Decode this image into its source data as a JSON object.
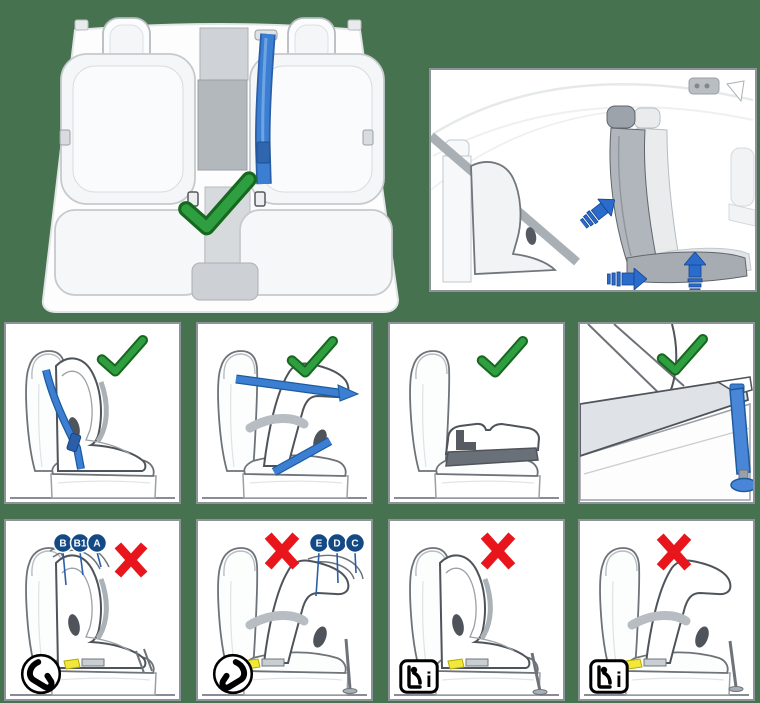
{
  "page": {
    "description": "Child safety seat installation guide illustrations",
    "background_color": "#47724F"
  },
  "hero_panel": {
    "name": "rear-bench-center-seat-belt",
    "result": "correct"
  },
  "adjustment_panel": {
    "name": "front-seat-adjustment",
    "arrows": [
      "tilt-backrest-forward",
      "slide-seat-forward",
      "raise-seat-cushion"
    ]
  },
  "correct_panels": [
    {
      "name": "rear-facing-child-seat-with-seat-belt",
      "result": "correct"
    },
    {
      "name": "forward-facing-child-seat-with-seat-belt",
      "result": "correct"
    },
    {
      "name": "booster-cushion",
      "result": "correct"
    },
    {
      "name": "top-tether-strap-anchor",
      "result": "correct"
    }
  ],
  "incorrect_panels": [
    {
      "name": "rear-facing-belted-base",
      "result": "incorrect",
      "labels": [
        "B",
        "B1",
        "A"
      ],
      "badge": "rear-facing-child-seat-circle-icon",
      "badge_text": ""
    },
    {
      "name": "forward-facing-belted-base",
      "result": "incorrect",
      "labels": [
        "E",
        "D",
        "C"
      ],
      "badge": "forward-facing-child-seat-circle-icon",
      "badge_text": ""
    },
    {
      "name": "rear-facing-child-seat-with-support-leg",
      "result": "incorrect",
      "labels": [],
      "badge": "i-size-icon",
      "badge_text": "i"
    },
    {
      "name": "forward-facing-child-seat-with-support-leg",
      "result": "incorrect",
      "labels": [],
      "badge": "i-size-icon",
      "badge_text": "i"
    }
  ],
  "colors": {
    "background": "#47724F",
    "panel_background": "#FFFFFF",
    "panel_border": "#8D9399",
    "seat_belt_blue": "#3C7FD2",
    "check_green": "#2F9E41",
    "check_green_outline": "#17681F",
    "cross_red": "#E8151C",
    "label_circle_blue": "#134A86",
    "label_text": "#FFFFFF",
    "isofix_highlight_yellow": "#F0E93C",
    "line_art_gray": "#4E545A"
  }
}
